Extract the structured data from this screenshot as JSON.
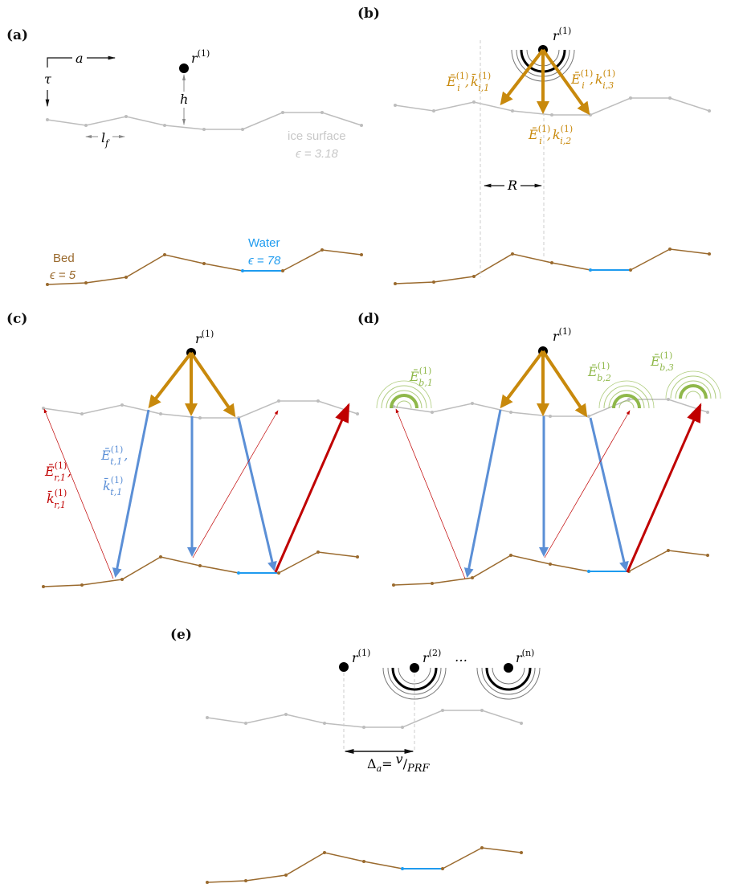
{
  "panels": {
    "a": "(a)",
    "b": "(b)",
    "c": "(c)",
    "d": "(d)",
    "e": "(e)"
  },
  "colors": {
    "ice": "#bdbdbd",
    "bed": "#9a6a2e",
    "water": "#1e9bef",
    "incident": "#c8890c",
    "transmitted": "#5b8fd6",
    "reflected": "#c00000",
    "backscatter": "#8fb84a"
  },
  "labels": {
    "a_axis": "a",
    "tau": "τ",
    "h": "h",
    "lf": "l",
    "lf_sub": "f",
    "r": "r",
    "sup1": "(1)",
    "sup2": "(2)",
    "supn": "(n)",
    "ellipsis": "…",
    "ice_surface": "ice surface",
    "ice_eps": "ϵ = 3.18",
    "bed": "Bed",
    "bed_eps": "ϵ = 5",
    "water": "Water",
    "water_eps": "ϵ = 78",
    "R": "R",
    "Ei": "Ē",
    "i": "i",
    "comma": ",",
    "kbar": "k̄",
    "k": "k",
    "i1": "i,1",
    "i2": "i,2",
    "i3": "i,3",
    "t1": "t,1",
    "r1": "r,1",
    "b1": "b,1",
    "b2": "b,2",
    "b3": "b,3",
    "delta": "Δ",
    "delta_sub": "a",
    "eq": "=",
    "v": "v",
    "slash": "/",
    "prf": "PRF"
  }
}
